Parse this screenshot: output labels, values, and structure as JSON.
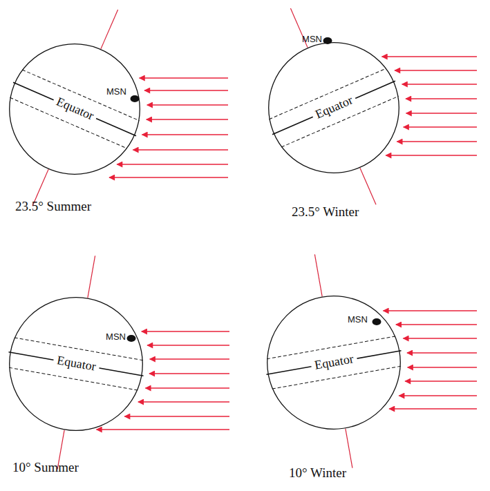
{
  "diagram": {
    "nodes": [
      {
        "text": [
          "MSN",
          "Equator"
        ]
      },
      {
        "text": [
          "MSN",
          "Equator"
        ]
      },
      {
        "text": [
          "MSN",
          "Equator"
        ]
      },
      {
        "text": [
          "MSN",
          "Equator"
        ]
      }
    ],
    "labels": [
      "23.5° Summer",
      "23.5° Winter",
      "10° Summer",
      "10° Winter"
    ]
  }
}
